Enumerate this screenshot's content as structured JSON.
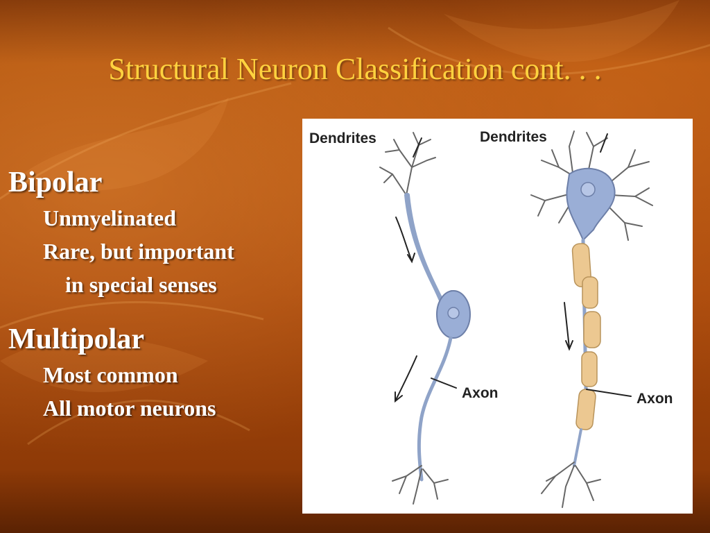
{
  "slide": {
    "title": "Structural Neuron Classification cont. . ."
  },
  "content": {
    "sections": [
      {
        "heading": "Bipolar",
        "lines": [
          "Unmyelinated",
          "Rare, but important",
          "in special senses"
        ]
      },
      {
        "heading": "Multipolar",
        "lines": [
          "Most common",
          "All motor neurons"
        ]
      }
    ]
  },
  "figure": {
    "bipolar_neuron": {
      "dendrites_label": "Dendrites",
      "axon_label": "Axon"
    },
    "multipolar_neuron": {
      "dendrites_label": "Dendrites",
      "axon_label": "Axon"
    },
    "colors": {
      "cell_body": "#9aaed6",
      "myelin": "#ecc891",
      "outline": "#555555"
    }
  }
}
